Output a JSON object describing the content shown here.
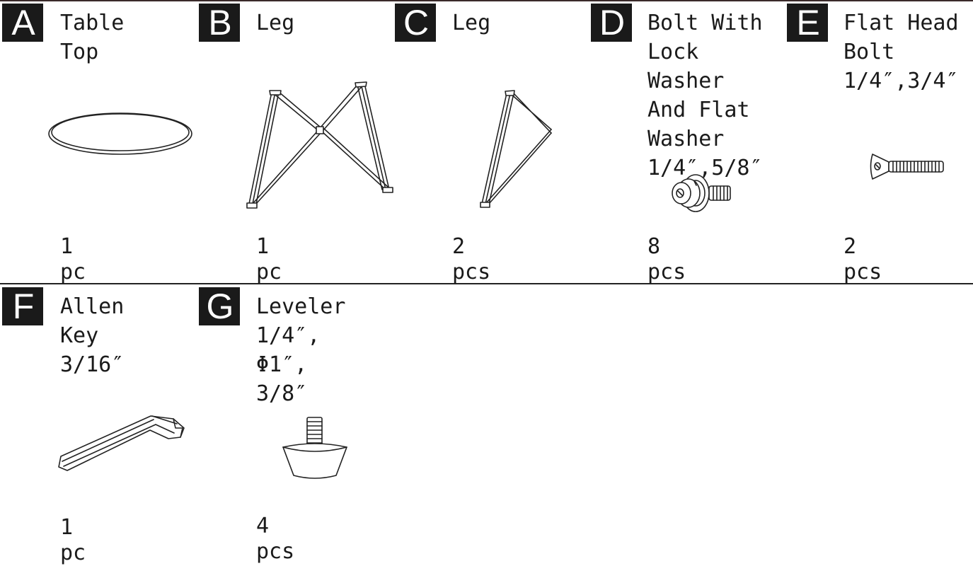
{
  "parts": {
    "a": {
      "letter": "A",
      "name": "Table Top",
      "qty": "1 pc"
    },
    "b": {
      "letter": "B",
      "name": "Leg",
      "qty": "1 pc"
    },
    "c": {
      "letter": "C",
      "name": "Leg",
      "qty": "2 pcs"
    },
    "d": {
      "letter": "D",
      "name": "Bolt With\nLock Washer\nAnd Flat\nWasher\n1/4″,5/8″",
      "qty": "8 pcs"
    },
    "e": {
      "letter": "E",
      "name": "Flat Head\nBolt\n1/4″,3/4″",
      "qty": "2 pcs"
    },
    "f": {
      "letter": "F",
      "name": "Allen Key\n3/16″",
      "qty": "1 pc"
    },
    "g": {
      "letter": "G",
      "name": "Leveler\n1/4″, Φ1″,\n3/8″",
      "qty": "4 pcs"
    }
  },
  "icons": {
    "a": "table-top-icon",
    "b": "leg-b-icon",
    "c": "leg-c-icon",
    "d": "bolt-with-washers-icon",
    "e": "flat-head-bolt-icon",
    "f": "allen-key-icon",
    "g": "leveler-icon"
  },
  "colors": {
    "badge": "#1a1a1a",
    "rule": "#222222",
    "text": "#1a1a1a"
  }
}
